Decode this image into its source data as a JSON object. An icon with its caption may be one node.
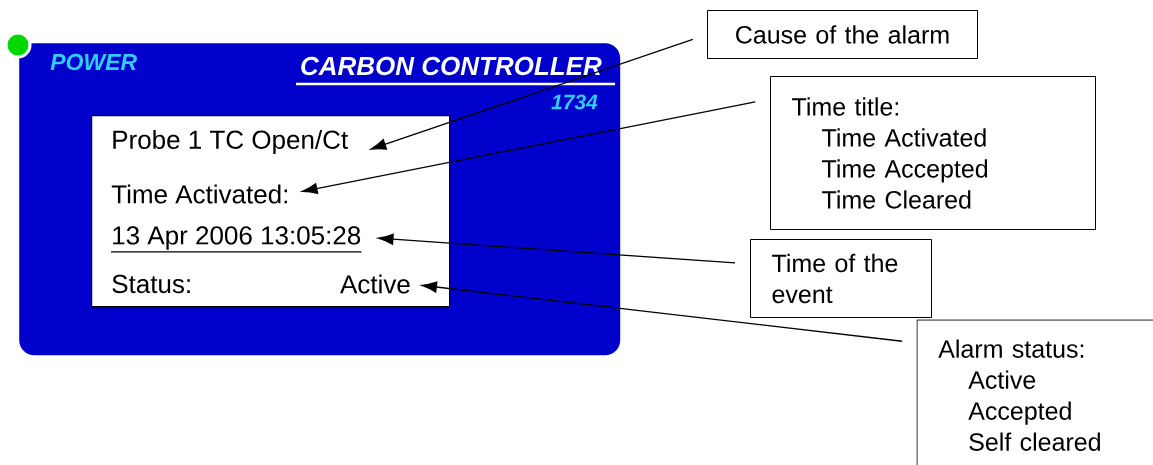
{
  "diagram": {
    "nodes": [
      {
        "text": [
          "POWER",
          "CARBON CONTROLLER",
          "1734"
        ]
      },
      {
        "text": [],
        "shape": "box",
        "in": 0
      },
      {
        "text": [
          "Probe 1 TC Open/Ct"
        ],
        "in": 1
      },
      {
        "text": [
          "Time Activated:"
        ],
        "in": 1
      },
      {
        "text": [
          "13 Apr 2006 13:05:28"
        ],
        "in": 1
      },
      {
        "text": [
          "Status:"
        ],
        "in": 1
      },
      {
        "text": [
          "Active"
        ],
        "in": 1
      },
      {
        "text": [
          "Cause of the alarm"
        ]
      },
      {
        "text": [
          "Time title:",
          "Time Activated",
          "Time Accepted",
          "Time Cleared"
        ]
      },
      {
        "text": [
          "Time of the event"
        ]
      },
      {
        "text": [
          "Alarm status:",
          "Active",
          "Accepted",
          "Self cleared"
        ]
      }
    ],
    "edges": [
      {
        "from": 7,
        "to": 2,
        "arrow": "to"
      },
      {
        "from": 8,
        "to": 3,
        "arrow": "to"
      },
      {
        "from": 9,
        "to": 4,
        "arrow": "to"
      },
      {
        "from": 10,
        "to": 6,
        "arrow": "to"
      }
    ]
  }
}
